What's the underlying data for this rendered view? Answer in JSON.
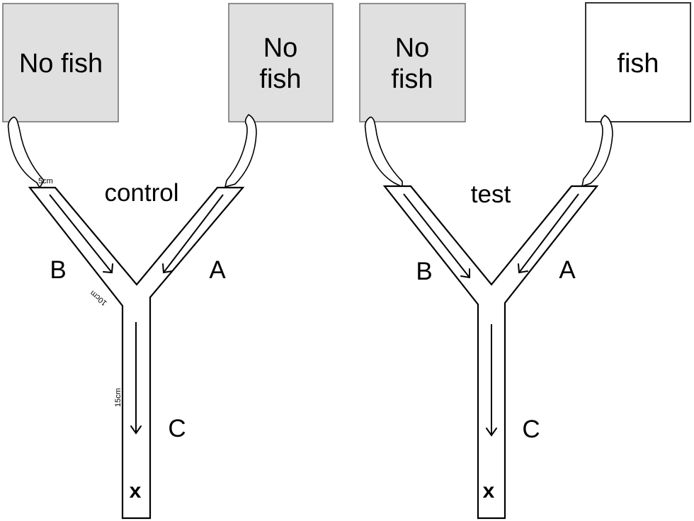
{
  "figure": {
    "panels": [
      {
        "id": "control",
        "condition_label": "control",
        "boxes": [
          {
            "lines": [
              "No fish"
            ],
            "fill": "#e0e0e0",
            "contains_fish": false
          },
          {
            "lines": [
              "No",
              "fish"
            ],
            "fill": "#e0e0e0",
            "contains_fish": false
          }
        ],
        "arm_labels": {
          "left": "B",
          "right": "A",
          "stem": "C"
        },
        "end_marker": "x",
        "dimensions": {
          "arm_width": "5cm",
          "arm_length": "10cm",
          "stem_length": "15cm"
        }
      },
      {
        "id": "test",
        "condition_label": "test",
        "boxes": [
          {
            "lines": [
              "No",
              "fish"
            ],
            "fill": "#e0e0e0",
            "contains_fish": false
          },
          {
            "lines": [
              "fish"
            ],
            "fill": "#ffffff",
            "contains_fish": true
          }
        ],
        "arm_labels": {
          "left": "B",
          "right": "A",
          "stem": "C"
        },
        "end_marker": "x"
      }
    ],
    "colors": {
      "no_fish_box": "#e0e0e0",
      "fish_box": "#ffffff",
      "line": "#000000"
    }
  }
}
